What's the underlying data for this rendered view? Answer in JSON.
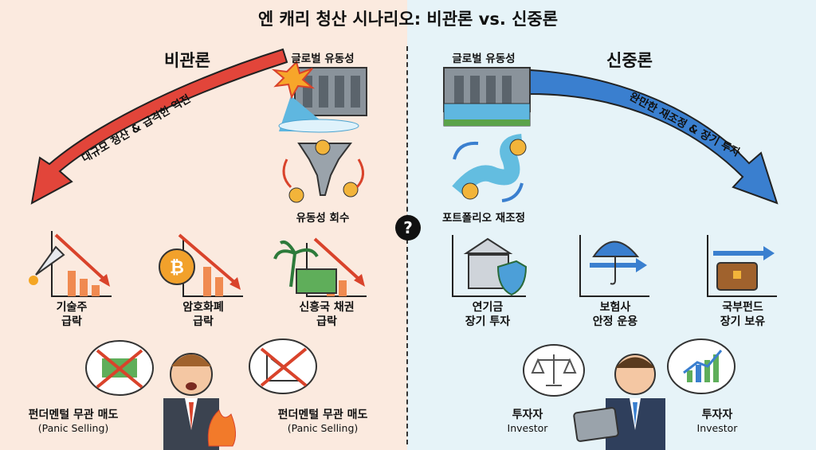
{
  "title": "엔 캐리 청산 시나리오: 비관론 vs. 신중론",
  "center_icon": "?",
  "left": {
    "heading": "비관론",
    "liquidity_label": "글로벌 유동성",
    "arrow_label": "대규모 청산 & 급격한 역전",
    "tornado_label": "유동성 회수",
    "assets": [
      {
        "line1": "기술주",
        "line2": "급락",
        "icon": "rocket-icon"
      },
      {
        "line1": "암호화폐",
        "line2": "급락",
        "icon": "bitcoin-icon"
      },
      {
        "line1": "신흥국 채권",
        "line2": "급락",
        "icon": "palm-money-icon"
      }
    ],
    "selling": [
      {
        "label": "펀더멘털 무관 매도",
        "sub": "(Panic Selling)"
      },
      {
        "label": "펀더멘털 무관 매도",
        "sub": "(Panic Selling)"
      }
    ],
    "colors": {
      "bg": "#fbeadf",
      "arrow": "#e2453a"
    }
  },
  "right": {
    "heading": "신중론",
    "liquidity_label": "글로벌 유동성",
    "arrow_label": "완만한 재조정 & 장기 투자",
    "river_label": "포트폴리오 재조정",
    "institutions": [
      {
        "line1": "연기금",
        "line2": "장기 투자",
        "icon": "bank-shield-icon"
      },
      {
        "line1": "보험사",
        "line2": "안정 운용",
        "icon": "umbrella-icon"
      },
      {
        "line1": "국부펀드",
        "line2": "장기 보유",
        "icon": "treasure-chest-icon"
      }
    ],
    "investors": [
      {
        "label": "투자자",
        "sub": "Investor"
      },
      {
        "label": "투자자",
        "sub": "Investor"
      }
    ],
    "colors": {
      "bg": "#e6f3f8",
      "arrow": "#3a7fcf"
    }
  }
}
